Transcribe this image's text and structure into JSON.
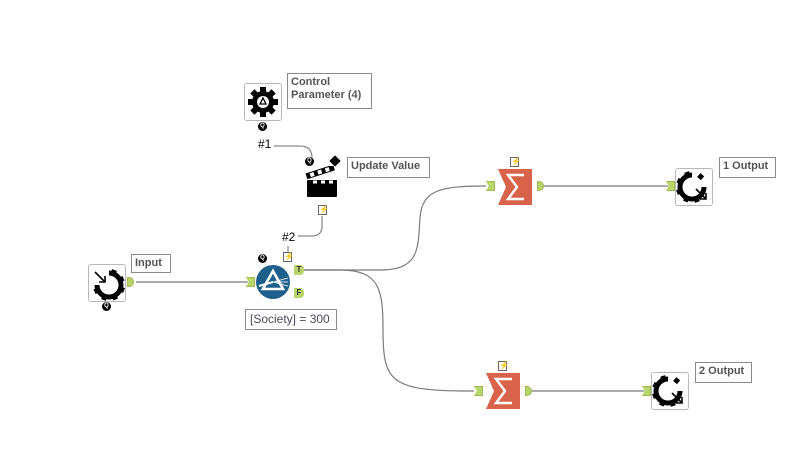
{
  "canvas": {
    "tools": {
      "control_parameter": {
        "label": "Control\nParameter (4)",
        "line1": "Control",
        "line2": "Parameter (4)",
        "icon": "gear-icon"
      },
      "update_value": {
        "label": "Update Value",
        "icon": "clapperboard-icon"
      },
      "input": {
        "label": "Input",
        "icon": "macro-input-icon"
      },
      "filter": {
        "expression": "[Society] = 300",
        "icon": "filter-prism-icon",
        "true_anchor": "T",
        "false_anchor": "F"
      },
      "summarize_1": {
        "icon": "sigma-icon"
      },
      "summarize_2": {
        "icon": "sigma-icon"
      },
      "output_1": {
        "label": "1 Output",
        "icon": "macro-output-icon"
      },
      "output_2": {
        "label": "2 Output",
        "icon": "macro-output-icon"
      }
    },
    "connection_labels": {
      "hash1": "#1",
      "hash2": "#2"
    },
    "badges": {
      "question": "Q",
      "bolt": "⚡"
    },
    "colors": {
      "summarize": "#d9634a",
      "filter": "#1f5f8b",
      "anchor": "#b9d46a",
      "wire": "#7a7a7a"
    }
  }
}
